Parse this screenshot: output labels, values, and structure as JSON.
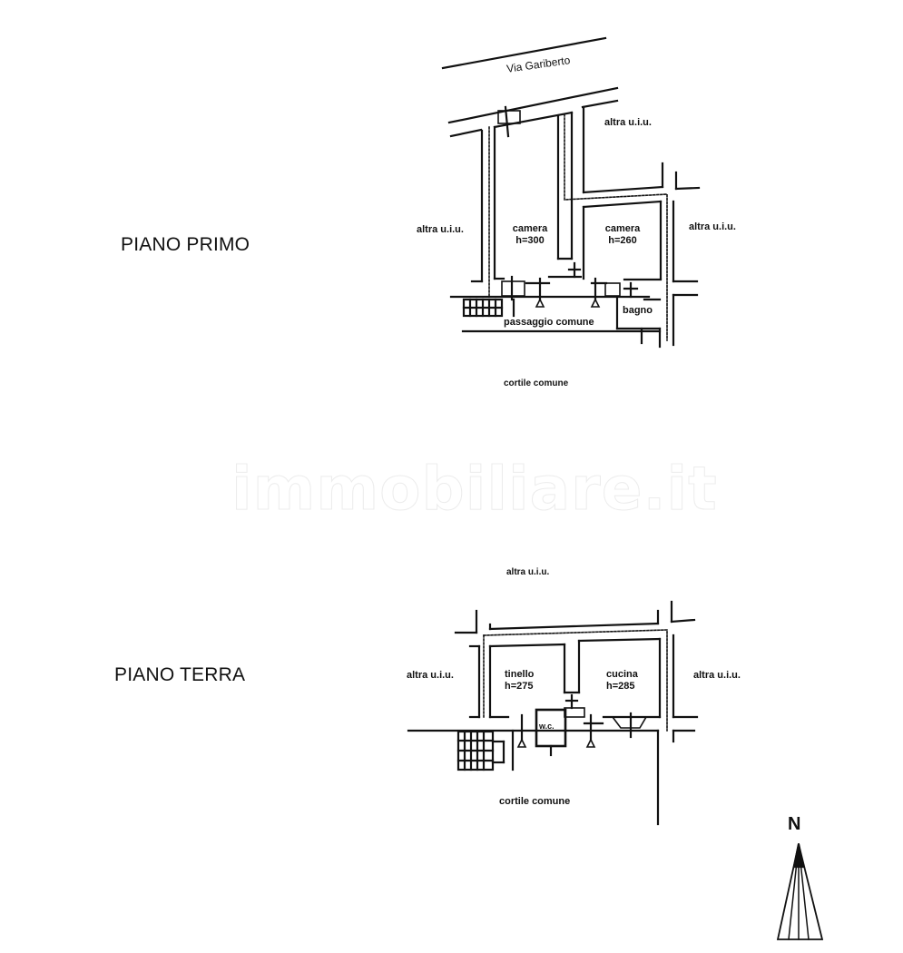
{
  "watermark": "immobiliare.it",
  "north_label": "N",
  "floors": [
    {
      "title": "PIANO PRIMO",
      "street": "Via Gariberto",
      "labels": {
        "neighbor_top": "altra u.i.u.",
        "neighbor_left": "altra u.i.u.",
        "neighbor_right": "altra u.i.u.",
        "room1_name": "camera",
        "room1_height": "h=300",
        "room2_name": "camera",
        "room2_height": "h=260",
        "bathroom": "bagno",
        "corridor": "passaggio comune",
        "courtyard": "cortile comune"
      }
    },
    {
      "title": "PIANO TERRA",
      "labels": {
        "neighbor_top": "altra u.i.u.",
        "neighbor_left": "altra u.i.u.",
        "neighbor_right": "altra u.i.u.",
        "room1_name": "tinello",
        "room1_height": "h=275",
        "room2_name": "cucina",
        "room2_height": "h=285",
        "wc": "w.c.",
        "courtyard": "cortile comune"
      }
    }
  ]
}
